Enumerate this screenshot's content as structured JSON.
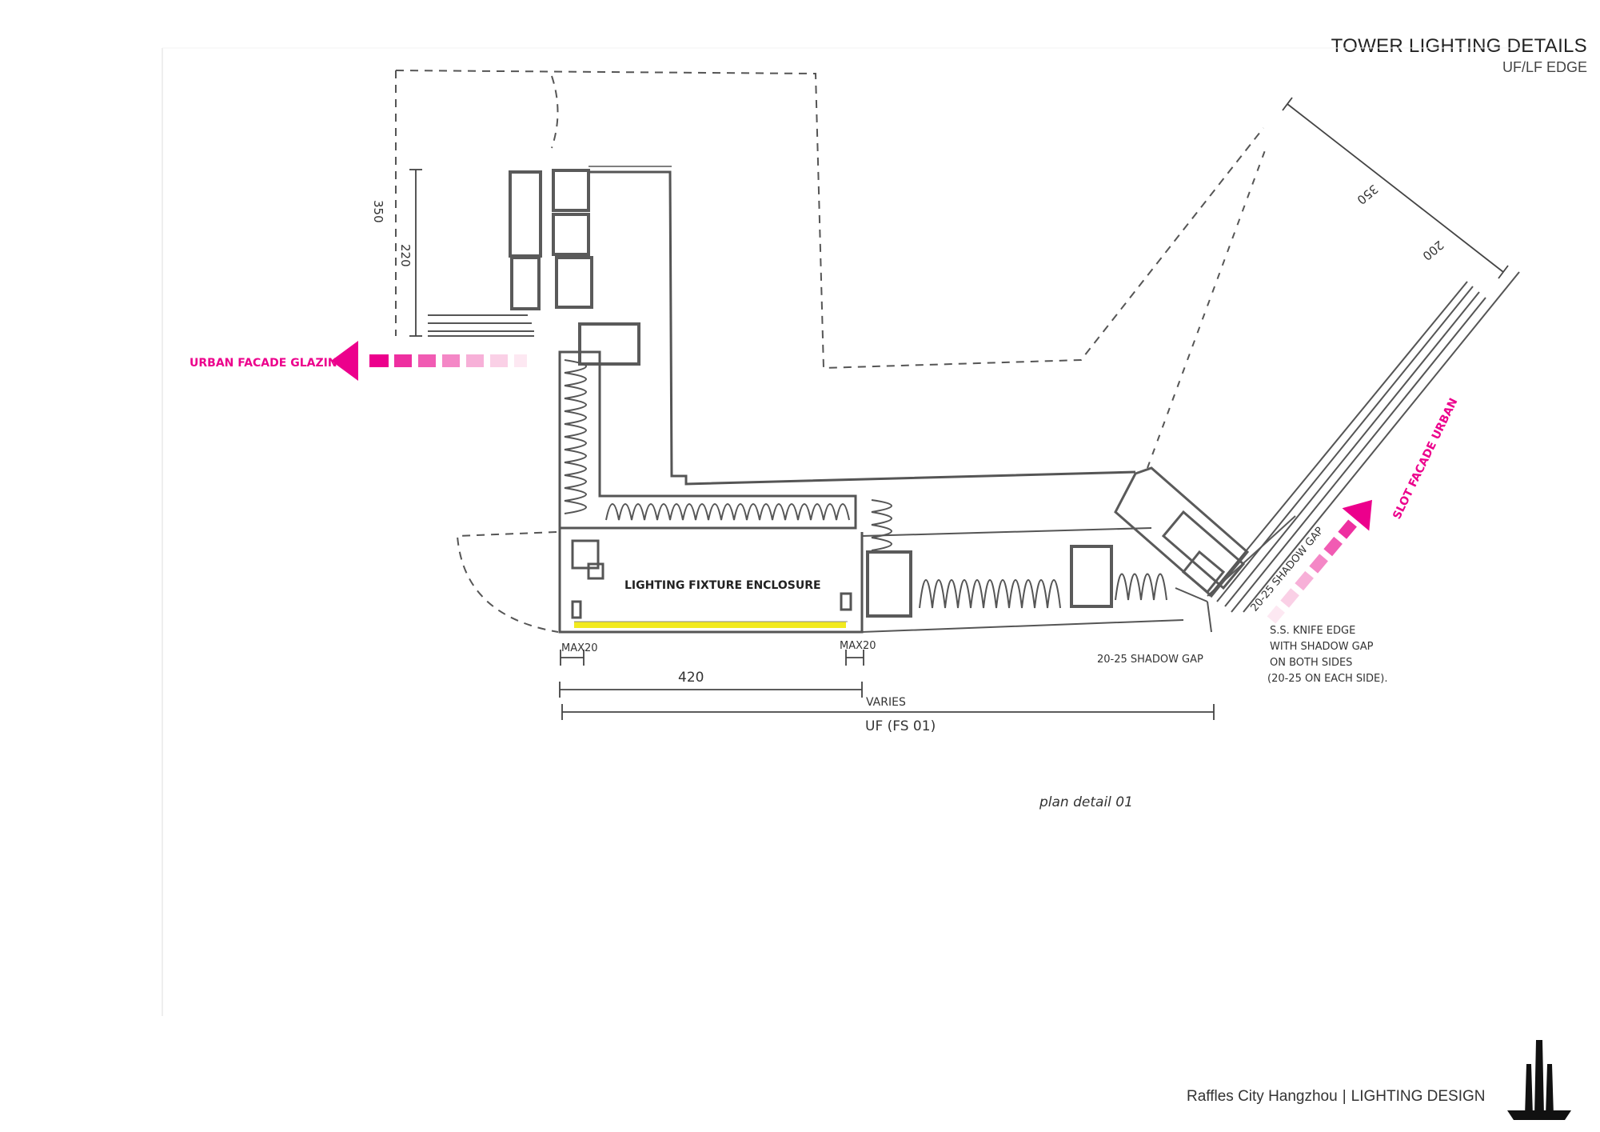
{
  "header": {
    "title": "TOWER LIGHTING DETAILS",
    "subtitle": "UF/LF  EDGE"
  },
  "labels": {
    "urban_facade_glazing": "URBAN FACADE GLAZING",
    "slot_facade_urban": "SLOT FACADE URBAN",
    "lighting_fixture_enclosure": "LIGHTING FIXTURE ENCLOSURE",
    "plan_detail": "plan detail 01"
  },
  "dimensions": {
    "d350_left": "350",
    "d220_left": "220",
    "d350_right": "350",
    "d200_right": "200",
    "max20_left": "MAX20",
    "max20_right": "MAX20",
    "d420": "420",
    "varies": "VARIES",
    "uf_fs01": "UF (FS 01)"
  },
  "notes": {
    "shadow_gap_bottom": "20-25 SHADOW GAP",
    "shadow_gap_diag": "20-25 SHADOW GAP",
    "knife_edge": [
      "S.S. KNIFE EDGE",
      "WITH SHADOW GAP",
      "ON BOTH SIDES",
      "(20-25 ON EACH SIDE)."
    ]
  },
  "footer": {
    "project": "Raffles City Hangzhou",
    "separator": "|",
    "discipline": "LIGHTING DESIGN"
  },
  "colors": {
    "accent": "#ec008c",
    "highlight": "#f2ea1f",
    "ink": "#555555"
  },
  "icons": {
    "logo": "tower-logo-icon"
  }
}
